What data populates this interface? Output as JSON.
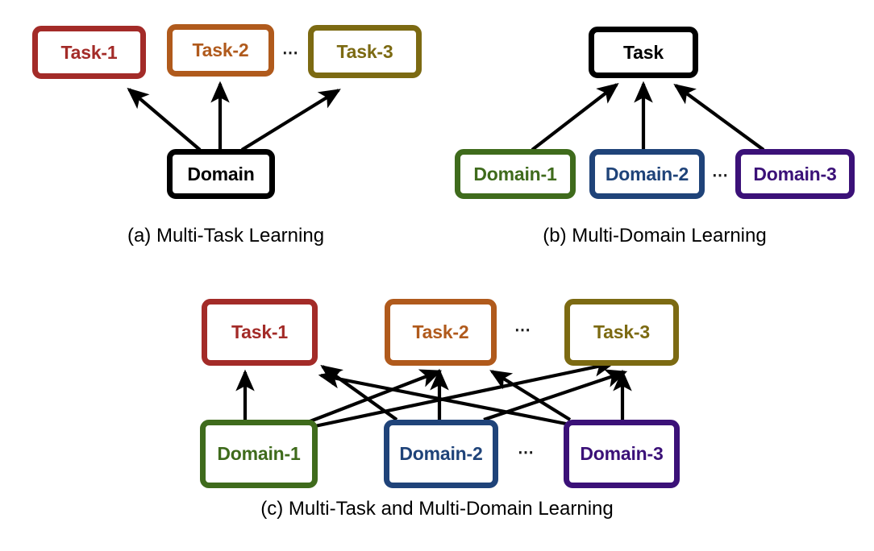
{
  "figure": {
    "background": "#ffffff",
    "arrow_color": "#000000",
    "ellipsis_glyph": "⋯"
  },
  "palette": {
    "task1": "#A32B28",
    "task2": "#B05A1C",
    "task3": "#7C6A12",
    "domain1": "#3F6B1C",
    "domain2": "#1F4379",
    "domain3": "#3B1178",
    "black": "#000000"
  },
  "panels": [
    {
      "id": "a",
      "caption": "(a) Multi-Task Learning",
      "nodes": [
        {
          "name": "task-1",
          "label": "Task-1",
          "color_key": "task1"
        },
        {
          "name": "task-2",
          "label": "Task-2",
          "color_key": "task2"
        },
        {
          "name": "task-3",
          "label": "Task-3",
          "color_key": "task3"
        },
        {
          "name": "domain",
          "label": "Domain",
          "color_key": "black"
        }
      ],
      "ellipses": [
        "⋯"
      ],
      "edges": [
        {
          "from": "domain",
          "to": "task-1"
        },
        {
          "from": "domain",
          "to": "task-2"
        },
        {
          "from": "domain",
          "to": "task-3"
        }
      ]
    },
    {
      "id": "b",
      "caption": "(b) Multi-Domain Learning",
      "nodes": [
        {
          "name": "task",
          "label": "Task",
          "color_key": "black"
        },
        {
          "name": "domain-1",
          "label": "Domain-1",
          "color_key": "domain1"
        },
        {
          "name": "domain-2",
          "label": "Domain-2",
          "color_key": "domain2"
        },
        {
          "name": "domain-3",
          "label": "Domain-3",
          "color_key": "domain3"
        }
      ],
      "ellipses": [
        "⋯"
      ],
      "edges": [
        {
          "from": "domain-1",
          "to": "task"
        },
        {
          "from": "domain-2",
          "to": "task"
        },
        {
          "from": "domain-3",
          "to": "task"
        }
      ]
    },
    {
      "id": "c",
      "caption": "(c) Multi-Task and Multi-Domain Learning",
      "nodes": [
        {
          "name": "task-1",
          "label": "Task-1",
          "color_key": "task1"
        },
        {
          "name": "task-2",
          "label": "Task-2",
          "color_key": "task2"
        },
        {
          "name": "task-3",
          "label": "Task-3",
          "color_key": "task3"
        },
        {
          "name": "domain-1",
          "label": "Domain-1",
          "color_key": "domain1"
        },
        {
          "name": "domain-2",
          "label": "Domain-2",
          "color_key": "domain2"
        },
        {
          "name": "domain-3",
          "label": "Domain-3",
          "color_key": "domain3"
        }
      ],
      "ellipses": [
        "⋯",
        "⋯"
      ],
      "edges": [
        {
          "from": "domain-1",
          "to": "task-1"
        },
        {
          "from": "domain-1",
          "to": "task-2"
        },
        {
          "from": "domain-1",
          "to": "task-3"
        },
        {
          "from": "domain-2",
          "to": "task-1"
        },
        {
          "from": "domain-2",
          "to": "task-2"
        },
        {
          "from": "domain-2",
          "to": "task-3"
        },
        {
          "from": "domain-3",
          "to": "task-1"
        },
        {
          "from": "domain-3",
          "to": "task-2"
        },
        {
          "from": "domain-3",
          "to": "task-3"
        }
      ]
    }
  ],
  "labels": {
    "a": {
      "task1": "Task-1",
      "task2": "Task-2",
      "task3": "Task-3",
      "domain": "Domain",
      "ellipsis": "⋯",
      "caption": "(a) Multi-Task Learning"
    },
    "b": {
      "task": "Task",
      "domain1": "Domain-1",
      "domain2": "Domain-2",
      "domain3": "Domain-3",
      "ellipsis": "⋯",
      "caption": "(b) Multi-Domain Learning"
    },
    "c": {
      "task1": "Task-1",
      "task2": "Task-2",
      "task3": "Task-3",
      "domain1": "Domain-1",
      "domain2": "Domain-2",
      "domain3": "Domain-3",
      "ellipsis1": "⋯",
      "ellipsis2": "⋯",
      "caption": "(c) Multi-Task and Multi-Domain Learning"
    }
  }
}
